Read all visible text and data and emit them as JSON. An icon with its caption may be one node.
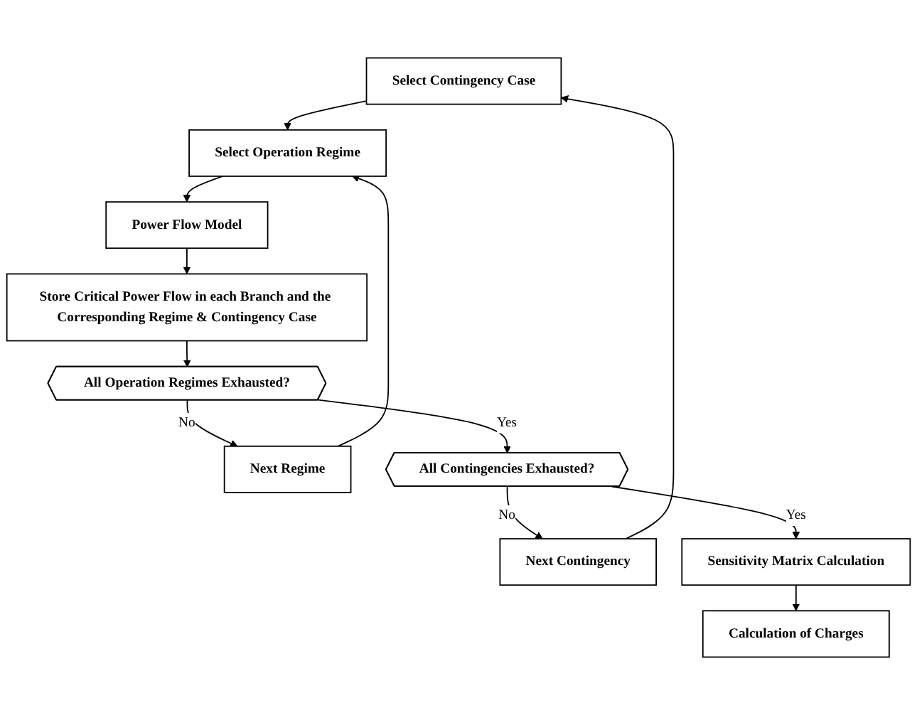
{
  "diagram": {
    "nodes": [
      {
        "text": [
          "Select Contingency Case"
        ]
      },
      {
        "text": [
          "Select Operation Regime"
        ]
      },
      {
        "text": [
          "Power Flow Model"
        ]
      },
      {
        "text": [
          "Store Critical Power Flow in each Branch and the Corresponding Regime & Contingency Case"
        ]
      },
      {
        "text": [
          "All Operation Regimes Exhausted?"
        ]
      },
      {
        "text": [
          "Next Regime"
        ]
      },
      {
        "text": [
          "All Contingencies Exhausted?"
        ]
      },
      {
        "text": [
          "Next Contingency"
        ]
      },
      {
        "text": [
          "Sensitivity Matrix Calculation"
        ]
      },
      {
        "text": [
          "Calculation of Charges"
        ]
      }
    ],
    "edges": [
      {
        "from": 0,
        "to": 1,
        "arrow": "to"
      },
      {
        "from": 1,
        "to": 2,
        "arrow": "to"
      },
      {
        "from": 2,
        "to": 3,
        "arrow": "to"
      },
      {
        "from": 3,
        "to": 4,
        "arrow": "to"
      },
      {
        "from": 4,
        "to": 5,
        "arrow": "to",
        "label": "No"
      },
      {
        "from": 5,
        "to": 1,
        "arrow": "to"
      },
      {
        "from": 4,
        "to": 6,
        "arrow": "to",
        "label": "Yes"
      },
      {
        "from": 6,
        "to": 7,
        "arrow": "to",
        "label": "No"
      },
      {
        "from": 7,
        "to": 0,
        "arrow": "to"
      },
      {
        "from": 6,
        "to": 8,
        "arrow": "to",
        "label": "Yes"
      },
      {
        "from": 8,
        "to": 9,
        "arrow": "to"
      }
    ]
  }
}
